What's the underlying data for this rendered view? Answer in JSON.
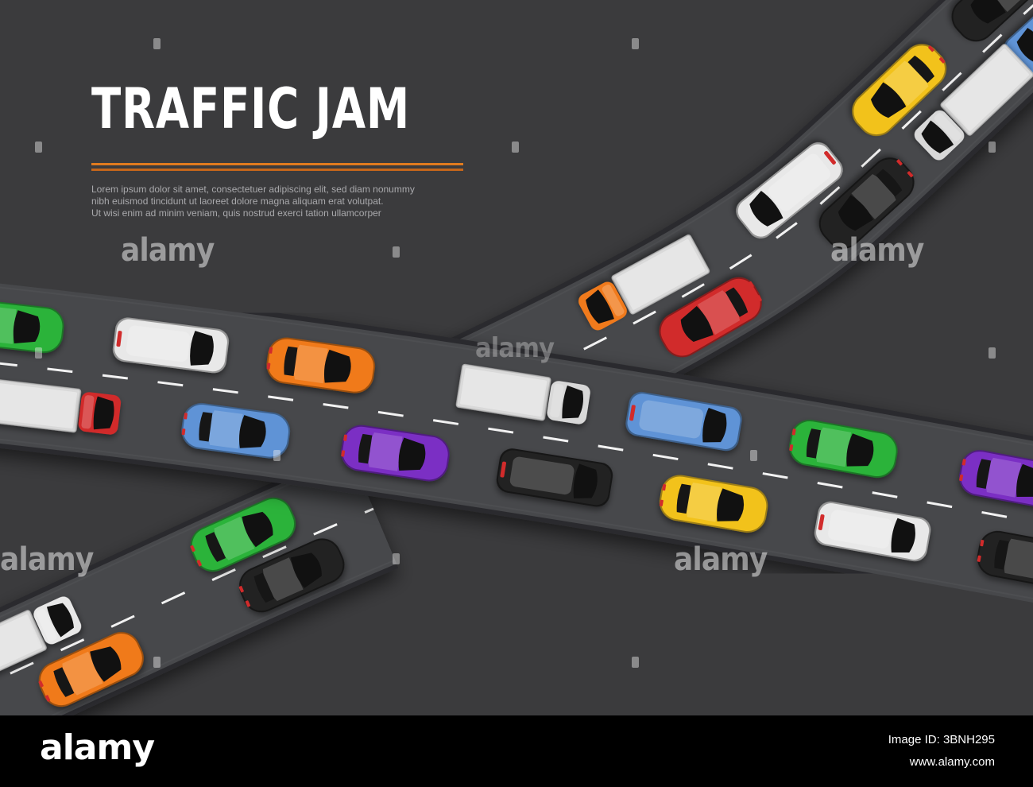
{
  "poster": {
    "title": "TRAFFIC JAM",
    "body_lines": [
      "Lorem ipsum dolor sit amet, consectetuer adipiscing elit, sed diam nonummy",
      "nibh euismod tincidunt ut laoreet dolore magna aliquam erat volutpat.",
      "Ut wisi enim ad minim veniam, quis nostrud exerci tation ullamcorper"
    ],
    "accent_colors": [
      "#e07b1f",
      "#c4661b"
    ],
    "background_color": "#3b3b3d",
    "road_color": "#47484b"
  },
  "watermark": {
    "text": "alamy"
  },
  "footer": {
    "brand": "alamy",
    "image_id": "Image ID: 3BNH295",
    "url": "www.alamy.com"
  },
  "vehicles": {
    "road_main": [
      {
        "kind": "car",
        "color": "#2bb33a"
      },
      {
        "kind": "van",
        "color": "#e8e8e8"
      },
      {
        "kind": "car",
        "color": "#f07a1a"
      },
      {
        "kind": "truck",
        "color": "#d8d8d8"
      },
      {
        "kind": "van",
        "color": "#5f93d6"
      },
      {
        "kind": "car",
        "color": "#2bb33a"
      },
      {
        "kind": "car",
        "color": "#7b2fc4"
      },
      {
        "kind": "truck",
        "color": "#d12b2b"
      },
      {
        "kind": "car",
        "color": "#5f93d6"
      },
      {
        "kind": "car",
        "color": "#7b2fc4"
      },
      {
        "kind": "van",
        "color": "#222222"
      },
      {
        "kind": "car",
        "color": "#f2c21b"
      },
      {
        "kind": "van",
        "color": "#e8e8e8"
      },
      {
        "kind": "car",
        "color": "#222222"
      }
    ],
    "road_upper": [
      {
        "kind": "car",
        "color": "#222222"
      },
      {
        "kind": "van",
        "color": "#5f93d6"
      },
      {
        "kind": "car",
        "color": "#f2c21b"
      },
      {
        "kind": "truck",
        "color": "#d8d8d8"
      },
      {
        "kind": "van",
        "color": "#e8e8e8"
      },
      {
        "kind": "car",
        "color": "#222222"
      },
      {
        "kind": "truck",
        "color": "#f07a1a"
      },
      {
        "kind": "car",
        "color": "#d12b2b"
      }
    ],
    "road_lower": [
      {
        "kind": "car",
        "color": "#2bb33a"
      },
      {
        "kind": "car",
        "color": "#222222"
      },
      {
        "kind": "truck",
        "color": "#e8e8e8"
      },
      {
        "kind": "car",
        "color": "#f07a1a"
      }
    ]
  }
}
